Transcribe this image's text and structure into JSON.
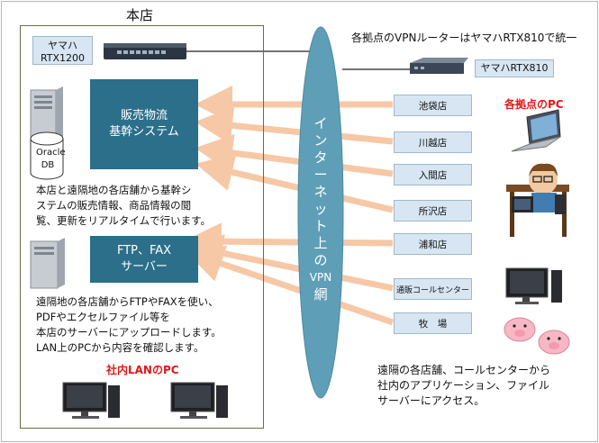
{
  "hq": {
    "title": "本店"
  },
  "hq_router": {
    "brand": "ヤマハ",
    "model": "RTX1200"
  },
  "top_note": "各拠点のVPNルーターはヤマハRTX810で統一",
  "branch_router_label": "ヤマハRTX810",
  "db_label": [
    "Oracle",
    "DB"
  ],
  "sales_system": [
    "販売物流",
    "基幹システム"
  ],
  "sales_description": [
    "本店と遠隔地の各店舗から基幹シ",
    "ステムの販売情報、商品情報の閲",
    "覧、更新をリアルタイムで行います。"
  ],
  "ftp_system": [
    "FTP、FAX",
    "サーバー"
  ],
  "ftp_description": [
    "遠隔地の各店舗からFTPやFAXを使い、",
    "PDFやエクセルファイル等を",
    "本店のサーバーにアップロードします。",
    "LAN上のPCから内容を確認します。"
  ],
  "lan_pc_label": "社内LANのPC",
  "internet_vertical": [
    "イ",
    "ン",
    "タ",
    "ー",
    "ネ",
    "ッ",
    "ト",
    "上",
    "の",
    "VPN",
    "網"
  ],
  "branches": [
    "池袋店",
    "川越店",
    "入間店",
    "所沢店",
    "浦和店",
    "通販コールセンター",
    "牧　場"
  ],
  "branch_pc_label": "各拠点のPC",
  "bottom_note": [
    "遠隔の各店舗、コールセンターから",
    "社内のアプリケーション、ファイル",
    "サーバーにアクセス。"
  ],
  "colors": {
    "arrow": "#f6c8a6",
    "internet": "#5e9fb7",
    "system": "#2b6f8a",
    "label_bg": "#d7e6f2",
    "accent_red": "#e01818"
  }
}
